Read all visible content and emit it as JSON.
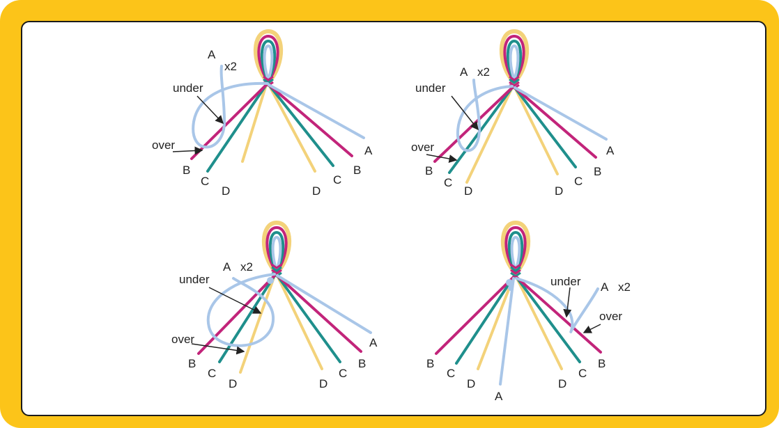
{
  "colors": {
    "frame": "#fcc419",
    "A": "#a9c6e8",
    "B": "#c2247a",
    "C": "#1f8f8c",
    "D": "#f3d27a",
    "arrow": "#222222"
  },
  "panels": [
    {
      "strand_labels": {
        "A_top": "A",
        "x2": "x2",
        "left": [
          "B",
          "C",
          "D"
        ],
        "right": [
          "D",
          "C",
          "B",
          "A"
        ]
      },
      "notes": {
        "under": "under",
        "over": "over"
      }
    },
    {
      "strand_labels": {
        "A_top": "A",
        "x2": "x2",
        "left": [
          "B",
          "C",
          "D"
        ],
        "right": [
          "D",
          "C",
          "B",
          "A"
        ]
      },
      "notes": {
        "under": "under",
        "over": "over"
      }
    },
    {
      "strand_labels": {
        "A_top": "A",
        "x2": "x2",
        "left": [
          "B",
          "C",
          "D"
        ],
        "right": [
          "D",
          "C",
          "B",
          "A"
        ]
      },
      "notes": {
        "under": "under",
        "over": "over"
      }
    },
    {
      "strand_labels": {
        "A_top": "A",
        "x2": "x2",
        "left": [
          "B",
          "C",
          "D"
        ],
        "right": [
          "D",
          "C",
          "B"
        ],
        "bottom": "A"
      },
      "notes": {
        "under": "under",
        "over": "over"
      }
    }
  ]
}
